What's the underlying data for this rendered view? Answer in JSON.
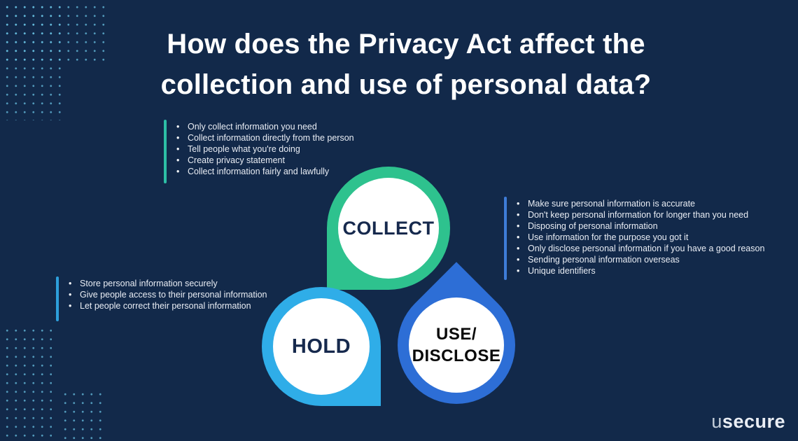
{
  "page": {
    "background_color": "#12294a"
  },
  "title": {
    "line1": "How does the Privacy Act affect the",
    "line2": "collection and use of personal data?",
    "color": "#ffffff"
  },
  "pins": {
    "collect": {
      "label": "COLLECT",
      "color": "#2ec28e",
      "label_color": "#16294d"
    },
    "hold": {
      "label": "HOLD",
      "color": "#2fade8",
      "label_color": "#16294d"
    },
    "use_disclose": {
      "label_line1": "USE/",
      "label_line2": "DISCLOSE",
      "color": "#2d6ed6",
      "label_color": "#0a0a0a"
    }
  },
  "lists": {
    "collect": {
      "accent_color": "#2dbfa6",
      "items": [
        "Only collect information you need",
        "Collect information directly from the person",
        "Tell people what you're doing",
        "Create privacy statement",
        "Collect information fairly and lawfully"
      ]
    },
    "use_disclose": {
      "accent_color": "#3e7cd8",
      "items": [
        "Make sure personal information is accurate",
        "Don't keep personal information for longer than you need",
        "Disposing of personal information",
        "Use information for the purpose you got it",
        "Only disclose personal information if you have a good reason",
        "Sending personal information overseas",
        "Unique identifiers"
      ]
    },
    "hold": {
      "accent_color": "#2d9fdb",
      "items": [
        "Store personal information securely",
        "Give people access to their personal information",
        "Let people correct their personal information"
      ]
    }
  },
  "logo": {
    "prefix": "u",
    "rest": "secure"
  },
  "decor": {
    "dot_color": "#68c1e2"
  }
}
